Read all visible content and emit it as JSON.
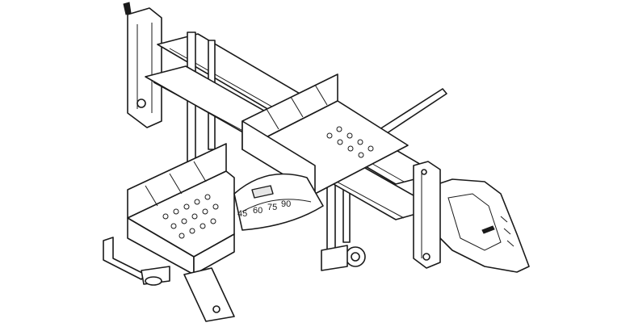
{
  "illustration": {
    "subject": "miter-saw-box",
    "line_color": "#1a1a1a",
    "fill_color": "#ffffff",
    "shade_color": "#e6e6e6"
  },
  "miter_scale": {
    "labels": [
      "45",
      "60",
      "75",
      "90"
    ]
  }
}
